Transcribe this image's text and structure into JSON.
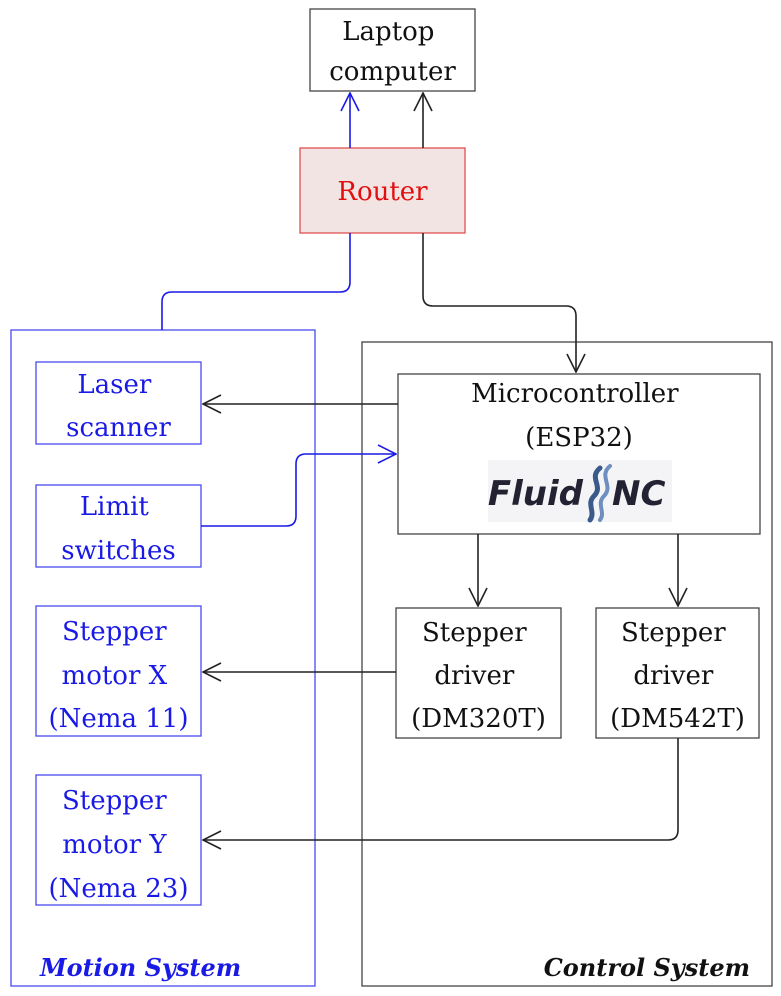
{
  "nodes": {
    "laptop": {
      "lines": [
        "Laptop",
        "computer"
      ]
    },
    "router": {
      "lines": [
        "Router"
      ]
    },
    "laser_scanner": {
      "lines": [
        "Laser",
        "scanner"
      ]
    },
    "limit_switches": {
      "lines": [
        "Limit",
        "switches"
      ]
    },
    "stepper_motor_x": {
      "lines": [
        "Stepper",
        "motor X",
        "(Nema 11)"
      ]
    },
    "stepper_motor_y": {
      "lines": [
        "Stepper",
        "motor Y",
        "(Nema 23)"
      ]
    },
    "microcontroller": {
      "lines": [
        "Microcontroller",
        "(ESP32)"
      ]
    },
    "driver_dm320t": {
      "lines": [
        "Stepper",
        "driver",
        "(DM320T)"
      ]
    },
    "driver_dm542t": {
      "lines": [
        "Stepper",
        "driver",
        "(DM542T)"
      ]
    }
  },
  "logo": {
    "left": "Fluid",
    "right": "NC",
    "icon": "fluidnc-wave-icon"
  },
  "groups": {
    "motion_system": "Motion System",
    "control_system": "Control System"
  },
  "colors": {
    "motion_link": "#1a1ae6",
    "control_link": "#222222",
    "router_fill": "#f2e4e2",
    "router_border": "#e05050",
    "router_text": "#e01010"
  }
}
